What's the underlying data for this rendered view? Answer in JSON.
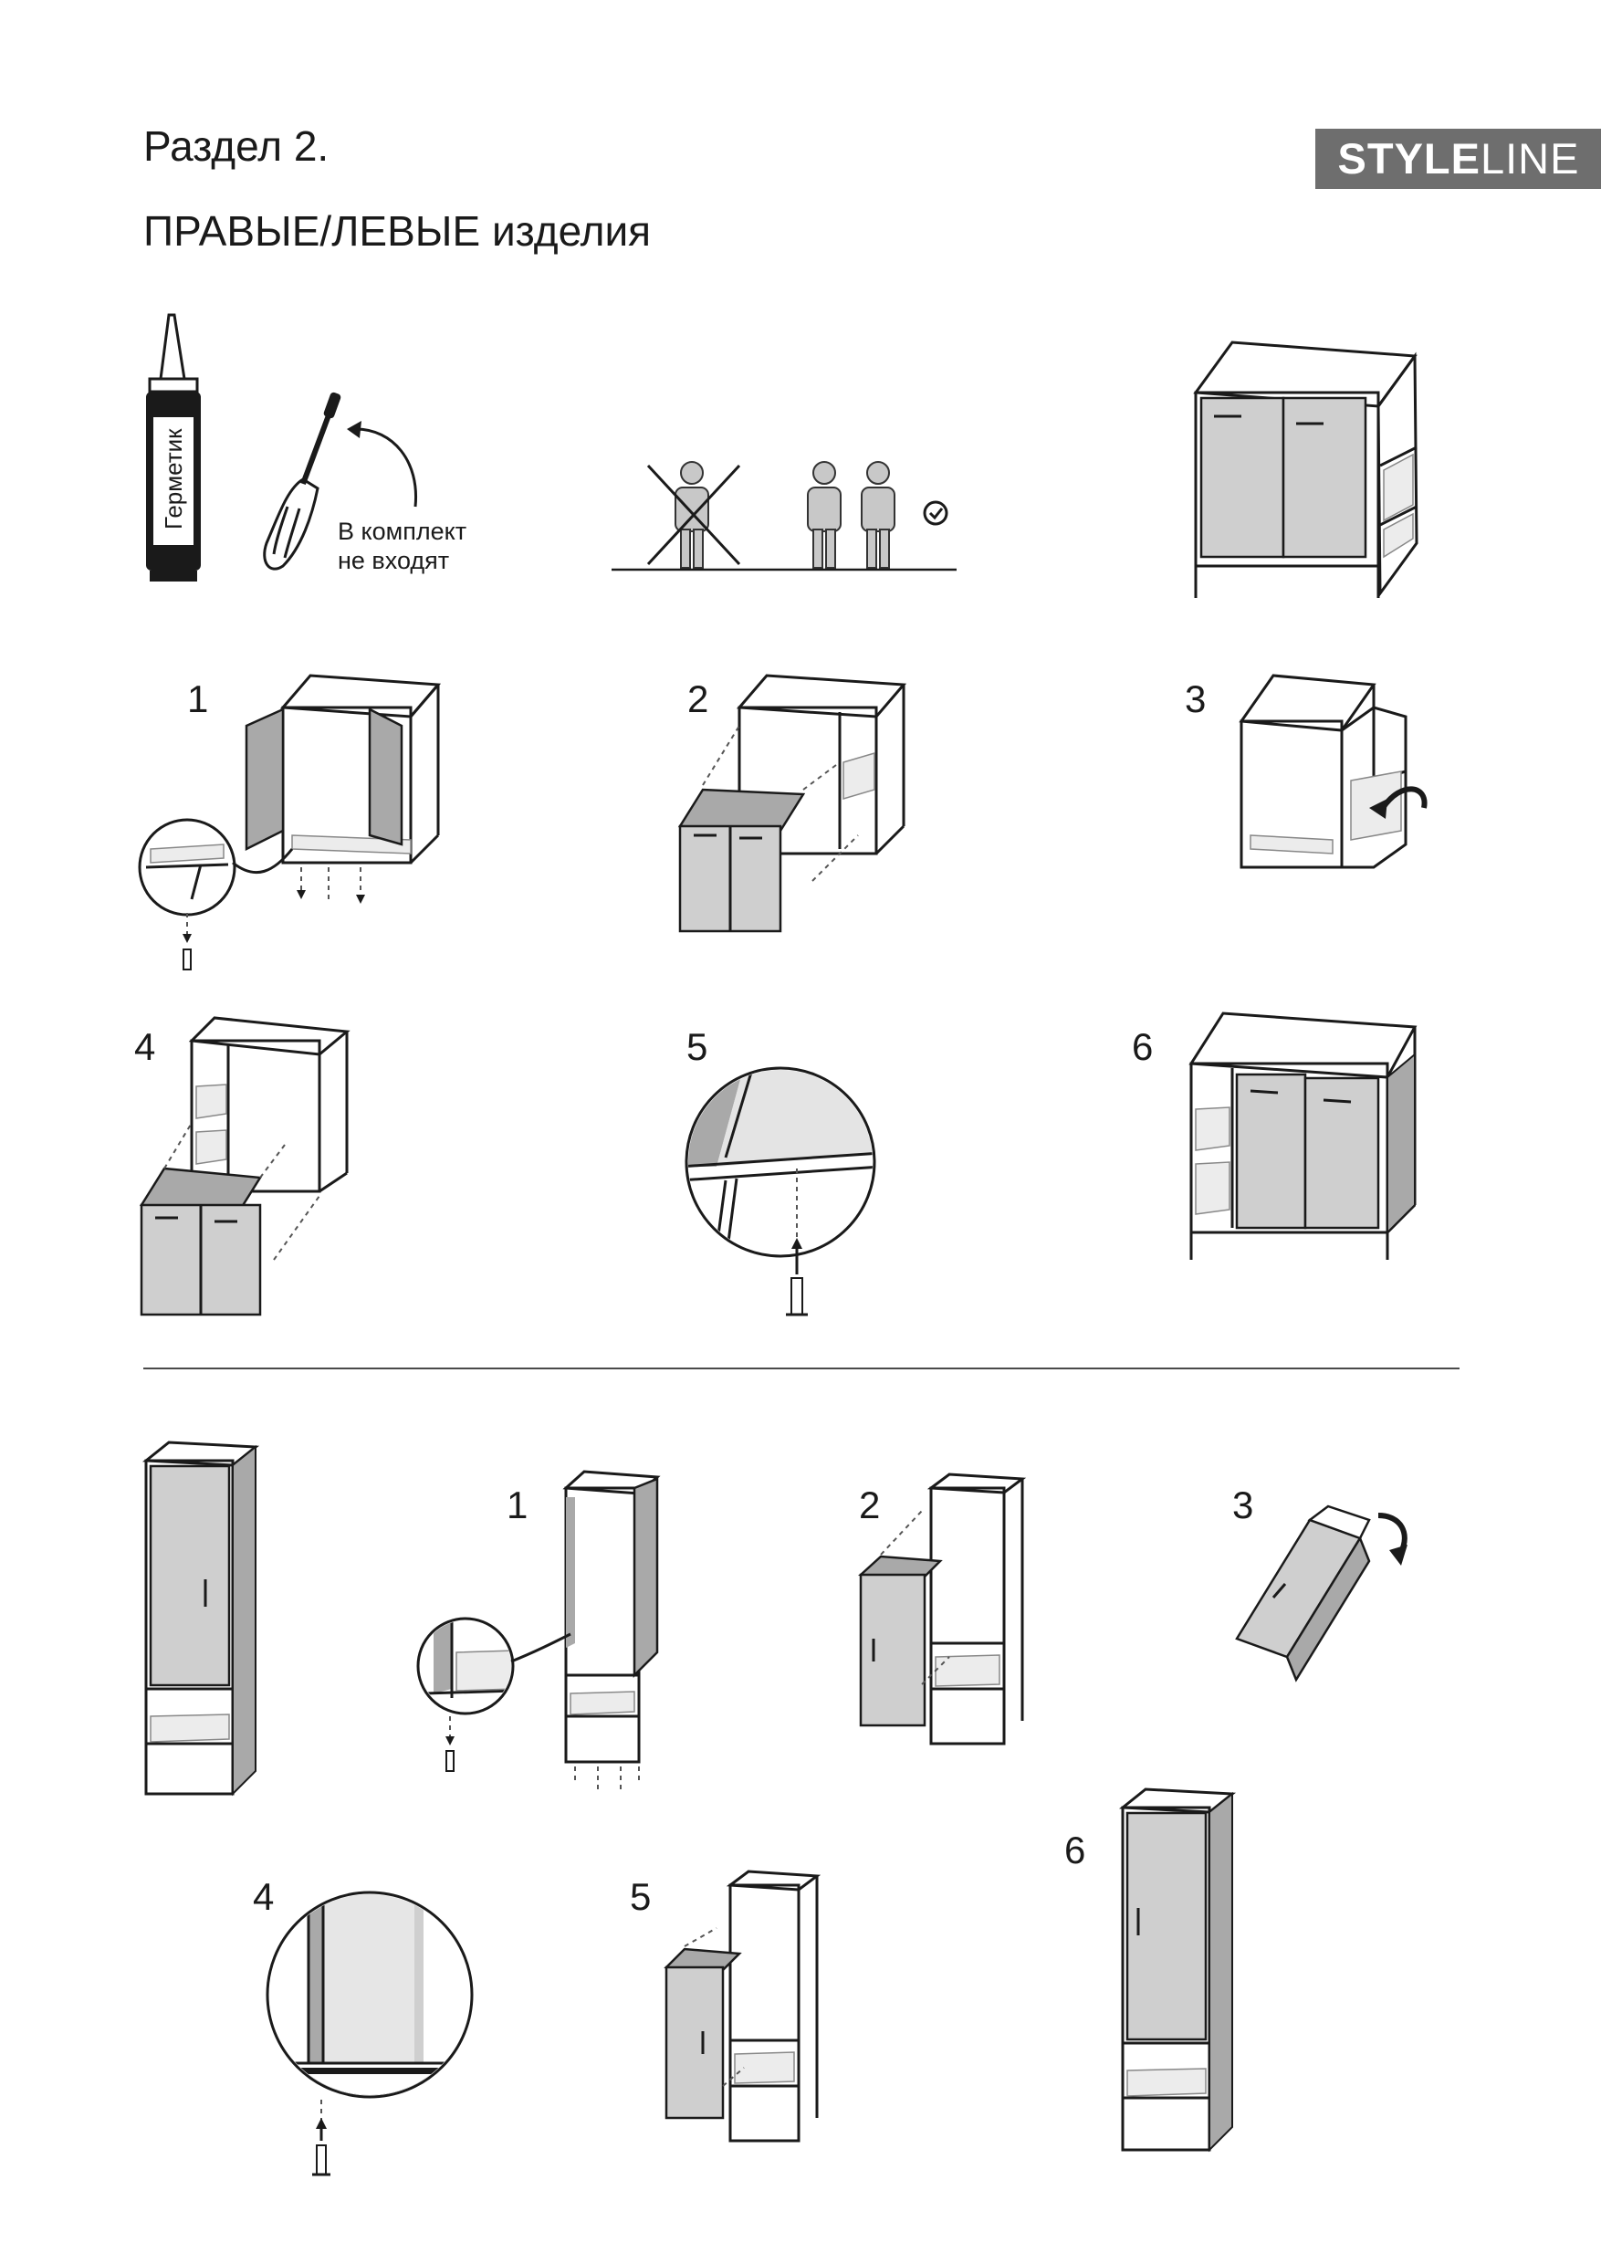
{
  "header": {
    "section": "Раздел 2.",
    "subtitle": "ПРАВЫЕ/ЛЕВЫЕ изделия"
  },
  "brand": {
    "bold": "STYLE",
    "light": "LINE"
  },
  "tools": {
    "sealant_label": "Герметик",
    "note_line1": "В комплект",
    "note_line2": "не входят"
  },
  "vanity_steps": [
    "1",
    "2",
    "3",
    "4",
    "5",
    "6"
  ],
  "tall_steps": [
    "1",
    "2",
    "3",
    "4",
    "5",
    "6"
  ]
}
